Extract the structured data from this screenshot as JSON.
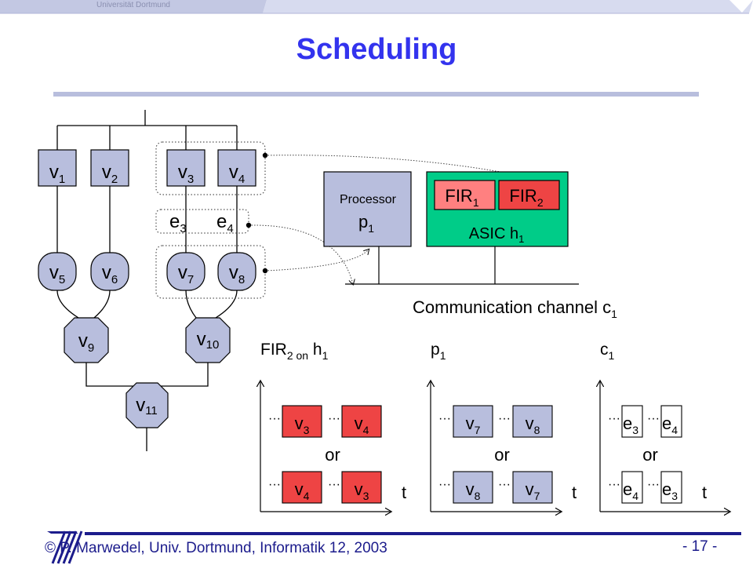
{
  "header": {
    "university": "Universität Dortmund",
    "title": "Scheduling"
  },
  "graph": {
    "nodes": {
      "v1": {
        "base": "v",
        "sub": "1"
      },
      "v2": {
        "base": "v",
        "sub": "2"
      },
      "v3": {
        "base": "v",
        "sub": "3"
      },
      "v4": {
        "base": "v",
        "sub": "4"
      },
      "v5": {
        "base": "v",
        "sub": "5"
      },
      "v6": {
        "base": "v",
        "sub": "6"
      },
      "v7": {
        "base": "v",
        "sub": "7"
      },
      "v8": {
        "base": "v",
        "sub": "8"
      },
      "v9": {
        "base": "v",
        "sub": "9"
      },
      "v10": {
        "base": "v",
        "sub": "10"
      },
      "v11": {
        "base": "v",
        "sub": "11"
      }
    },
    "edges": {
      "e3": {
        "base": "e",
        "sub": "3"
      },
      "e4": {
        "base": "e",
        "sub": "4"
      }
    }
  },
  "architecture": {
    "processor": {
      "label": "Processor",
      "name_base": "p",
      "name_sub": "1"
    },
    "asic": {
      "name_base": "ASIC h",
      "name_sub": "1"
    },
    "fir1": {
      "base": "FIR",
      "sub": "1"
    },
    "fir2": {
      "base": "FIR",
      "sub": "2"
    },
    "channel": {
      "base": "Communication channel c",
      "sub": "1"
    }
  },
  "schedules": {
    "fir2_on_h1": {
      "header_base": "FIR",
      "header_sub": "2 on",
      "header_rest": " h",
      "header_sub2": "1",
      "row1": [
        "v3",
        "v4"
      ],
      "row2": [
        "v4",
        "v3"
      ]
    },
    "p1": {
      "header_base": "p",
      "header_sub": "1",
      "row1": [
        "v7",
        "v8"
      ],
      "row2": [
        "v8",
        "v7"
      ]
    },
    "c1": {
      "header_base": "c",
      "header_sub": "1",
      "row1": [
        "e3",
        "e4"
      ],
      "row2": [
        "e4",
        "e3"
      ]
    },
    "or_label": "or",
    "time_label": "t",
    "dots": "···"
  },
  "colors": {
    "title": "#3333ee",
    "task_red": "#ee4444",
    "fir_pink": "#ff8080",
    "asic_green": "#00cc88",
    "processor_fill": "#b8bedd",
    "node_fill": "#b8bedd",
    "footer_text": "#1c1c8c"
  },
  "footer": {
    "copyright_symbol": "©",
    "author_text": "P. Marwedel, Univ. Dortmund, Informatik 12, 2003",
    "page_number": "- 17 -"
  }
}
